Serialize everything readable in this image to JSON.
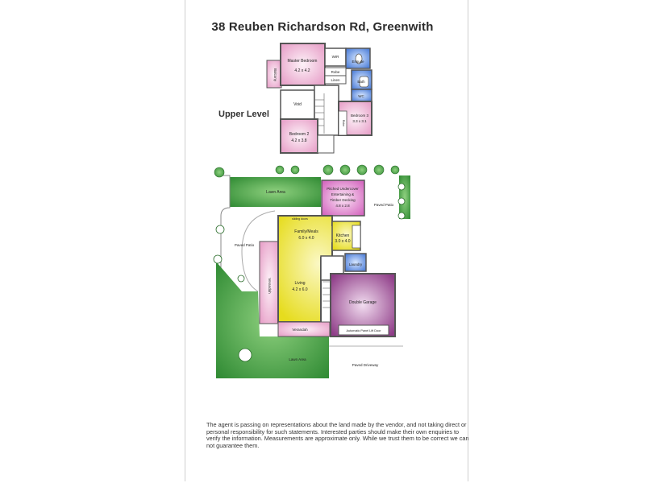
{
  "page": {
    "title": "38 Reuben Richardson Rd, Greenwith"
  },
  "upper_level": {
    "heading": "Upper Level",
    "rooms": {
      "master_bedroom": {
        "name": "Master Bedroom",
        "size": "4.2 x 4.2"
      },
      "wir": "WIR",
      "ensuite": "Ensuite",
      "robe": "Robe",
      "linen": "Linen",
      "bath": "Bath",
      "wc": "WC",
      "balcony": "Balcony",
      "void": "Void",
      "bedroom_2": {
        "name": "Bedroom 2",
        "size": "4.2 x 3.8"
      },
      "bedroom_3": {
        "name": "Bedroom 3",
        "size": "3.3 x 3.1"
      },
      "robe_b3": "Robe"
    }
  },
  "ground_level": {
    "lawn_top": "Lawn Area",
    "pergola": {
      "line1": "Pitched Undercover",
      "line2": "Entertaining &",
      "line3": "Timber Decking",
      "size": "4.8 x 2.8"
    },
    "paved_patio_right": "Paved Patio",
    "paved_patio_left": "Paved Patio",
    "sliding_doors": "sliding doors",
    "family_meals": {
      "name": "Family/Meals",
      "size": "6.0 x 4.0"
    },
    "kitchen": {
      "name": "Kitchen",
      "size": "3.0 x 4.0"
    },
    "laundry": "Laundry",
    "verandah_side": "Verandah",
    "living": {
      "name": "Living",
      "size": "4.2 x 6.0"
    },
    "double_garage": "Double Garage",
    "garage_door": "Automatic Panel Lift Door",
    "verandah_front": "Verandah",
    "lawn_bottom": "Lawn Area",
    "paved_driveway": "Paved Driveway"
  },
  "disclaimer": "The agent is passing on representations about the land made by the vendor, and not taking direct or personal responsibility for such statements. Interested parties should make their own enquiries to verify the information. Measurements are approximate only. While we trust them to be correct we can not guarantee them.",
  "colors": {
    "bedroom_pink": "#f3c9de",
    "deck_magenta": "#e48ad0",
    "living_yellow": "#f4ee5a",
    "lawn_green": "#4fa84a",
    "wet_blue": "#6b97e0",
    "garage_purple": "#b46aa6",
    "wall_dark": "#555555"
  }
}
